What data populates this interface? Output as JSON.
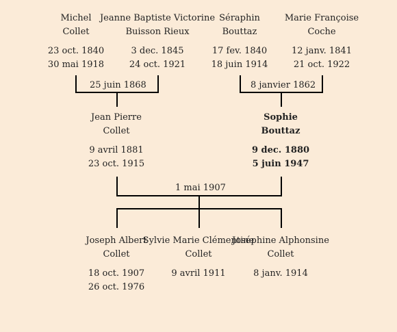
{
  "grandparents": [
    {
      "first": "Michel",
      "last": "Collet",
      "birth": "23 oct. 1840",
      "death": "30 mai 1918"
    },
    {
      "first": "Jeanne Baptiste Victorine",
      "last": "Buisson Rieux",
      "birth": "3 dec. 1845",
      "death": "24 oct. 1921"
    },
    {
      "first": "Séraphin",
      "last": "Bouttaz",
      "birth": "17 fev. 1840",
      "death": "18 juin 1914"
    },
    {
      "first": "Marie Françoise",
      "last": "Coche",
      "birth": "12 janv. 1841",
      "death": "21 oct. 1922"
    }
  ],
  "marriages": {
    "paternal": "25 juin 1868",
    "maternal": "8 janvier 1862",
    "parents": "1 mai 1907"
  },
  "parents": [
    {
      "first": "Jean Pierre",
      "last": "Collet",
      "birth": "9 avril 1881",
      "death": "23 oct. 1915"
    },
    {
      "first": "Sophie",
      "last": "Bouttaz",
      "birth": "9 dec. 1880",
      "death": "5 juin 1947"
    }
  ],
  "children": [
    {
      "first": "Joseph Albert",
      "last": "Collet",
      "birth": "18 oct. 1907",
      "death": "26 oct. 1976"
    },
    {
      "first": "Sylvie Marie Clémentine",
      "last": "Collet",
      "birth": "9 avril 1911",
      "death": ""
    },
    {
      "first": "Joséphine Alphonsine",
      "last": "Collet",
      "birth": "8 janv. 1914",
      "death": ""
    }
  ]
}
